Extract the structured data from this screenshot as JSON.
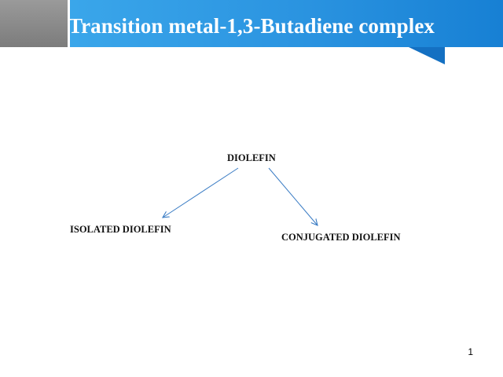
{
  "slide": {
    "title": "Transition metal-1,3-Butadiene complex",
    "page_number": "1",
    "colors": {
      "header_light": "#2e9ee6",
      "header_dark": "#1477c9",
      "header_gray": "#8a8a8a",
      "arrow": "#3a7cc4",
      "text": "#111111"
    }
  },
  "diagram": {
    "root": "DIOLEFIN",
    "children": [
      "ISOLATED DIOLEFIN",
      "CONJUGATED DIOLEFIN"
    ]
  }
}
